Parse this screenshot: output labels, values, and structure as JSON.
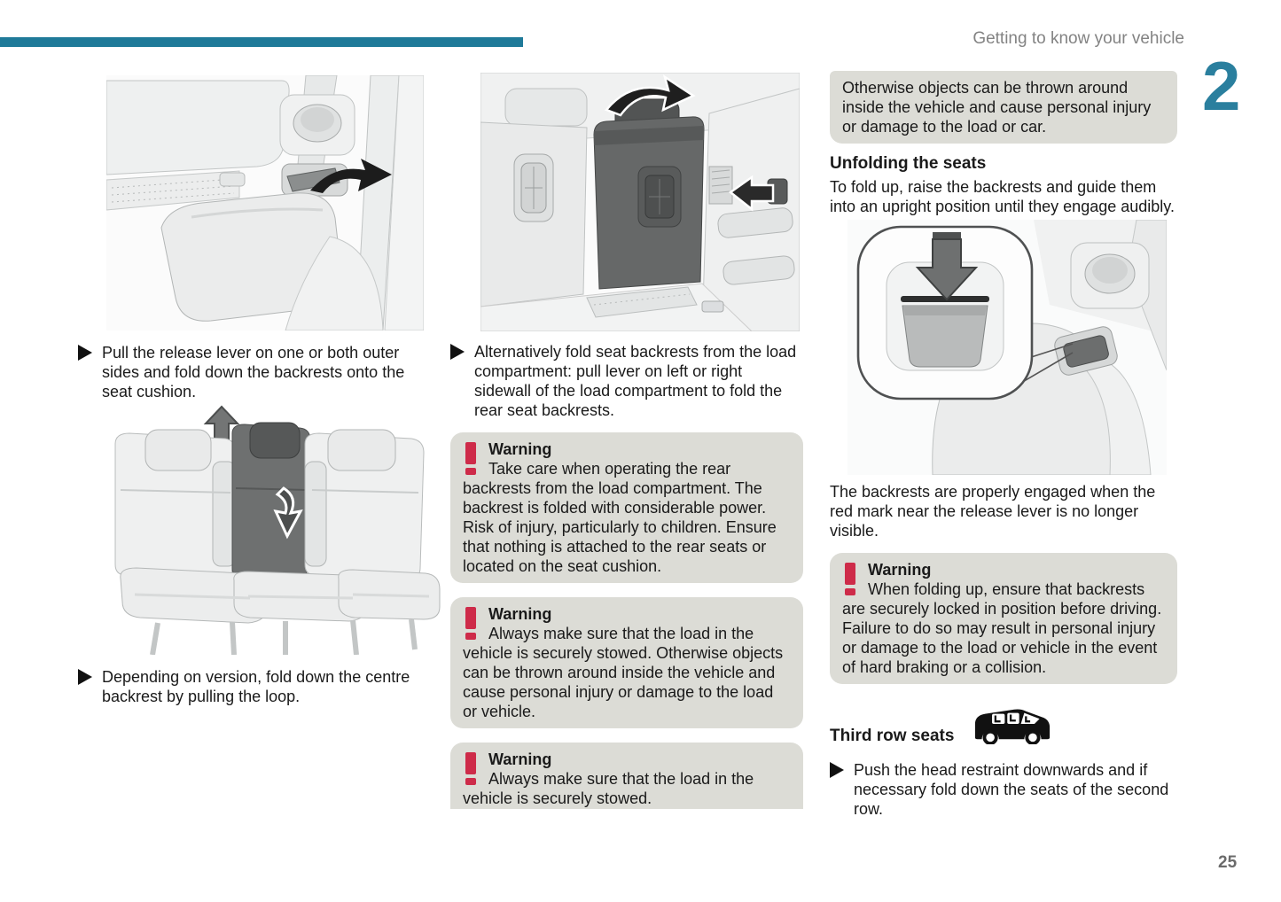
{
  "page": {
    "header": "Getting to know your vehicle",
    "chapter_number": "2",
    "page_number": "25",
    "accent_color": "#2a7f9e",
    "warning_red": "#ce2b49",
    "box_gray": "#dcdcd6"
  },
  "icons": {
    "bullet": "right-triangle",
    "warning": "red-exclamation-mark",
    "third_row": "minivan-silhouette-with-seats"
  },
  "col1": {
    "bullet1": "Pull the release lever on one or both outer sides and fold down the backrests onto the seat cushion.",
    "bullet2": "Depending on version, fold down the centre backrest by pulling the loop."
  },
  "col2": {
    "bullet1": "Alternatively fold seat backrests from the load compartment: pull lever on left or right sidewall of the load compartment to fold the rear seat backrests.",
    "warnings": [
      {
        "title": "Warning",
        "body": "Take care when operating the rear backrests from the load compartment. The backrest is folded with considerable power. Risk of injury, particularly to children. Ensure that nothing is attached to the rear seats or located on the seat cushion."
      },
      {
        "title": "Warning",
        "body": "Always make sure that the load in the vehicle is securely stowed. Otherwise objects can be thrown around inside the vehicle and cause personal injury or damage to the load or vehicle."
      },
      {
        "title": "Warning",
        "body": "Always make sure that the load in the vehicle is securely stowed."
      }
    ]
  },
  "col3": {
    "continuation_text": "Otherwise objects can be thrown around inside the vehicle and cause personal injury or damage to the load or car.",
    "section_heading": "Unfolding the seats",
    "para1": "To fold up, raise the backrests and guide them into an upright position until they engage audibly.",
    "para2": "The backrests are properly engaged when the red mark near the release lever is no longer visible.",
    "warning": {
      "title": "Warning",
      "body": "When folding up, ensure that backrests are securely locked in position before driving. Failure to do so may result in personal injury or damage to the load or vehicle in the event of hard braking or a collision."
    },
    "subsection_heading": "Third row seats",
    "bullet1": "Push the head restraint downwards and if necessary fold down the seats of the second row."
  }
}
